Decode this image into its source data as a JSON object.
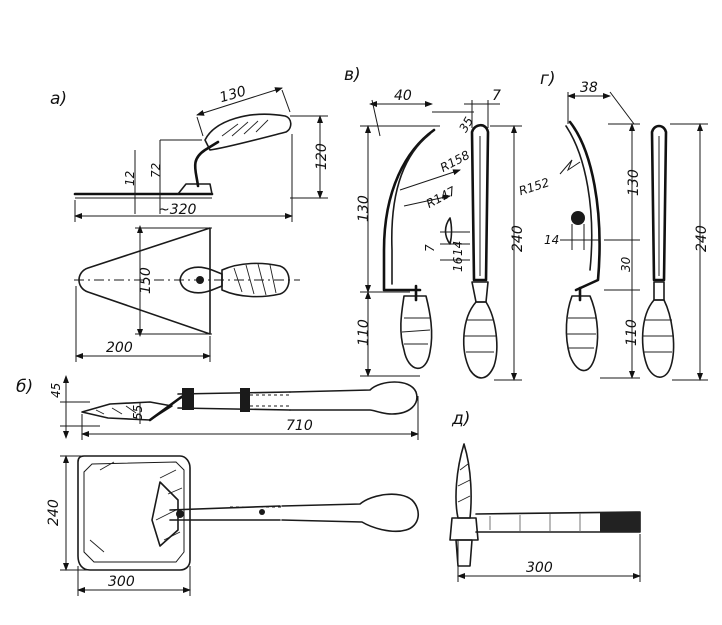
{
  "labels": {
    "a": "а)",
    "b": "б)",
    "v": "в)",
    "g": "г)",
    "d": "д)"
  },
  "dims": {
    "a_130": "130",
    "a_12": "12",
    "a_72": "72",
    "a_120": "120",
    "a_320": "~320",
    "a_150": "150",
    "a_200": "200",
    "b_45": "45",
    "b_55": "55",
    "b_710": "710",
    "b_240": "240",
    "b_300": "300",
    "v_40": "40",
    "v_35": "35",
    "v_7": "7",
    "v_R158": "R158",
    "v_R147": "R147",
    "v_130": "130",
    "v_7b": "7",
    "v_14": "14",
    "v_16": "16",
    "v_240": "240",
    "v_110": "110",
    "g_38": "38",
    "g_R152": "R152",
    "g_14": "14",
    "g_130": "130",
    "g_30": "30",
    "g_240": "240",
    "g_110": "110",
    "d_300": "300"
  }
}
